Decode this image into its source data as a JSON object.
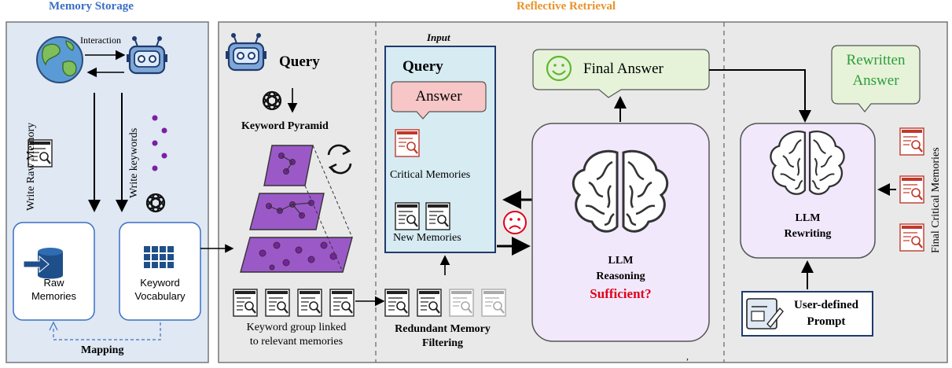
{
  "colors": {
    "memory_section": "#3a6fc4",
    "retrieval_section": "#e8932b",
    "memory_panel_bg": "#dfe8f3",
    "retrieval_panel_bg": "#e9e9e9",
    "pyramid_fill": "#9b59c8",
    "node_fill": "#7b1fa2",
    "input_box_bg": "#d6ebf2",
    "answer_bubble_bg": "#f7c6c6",
    "final_answer_bubble_bg": "#e6f3d9",
    "rewritten_bubble_bg": "#e6f3d9",
    "rewritten_text": "#2e9d3a",
    "reasoning_box_bg": "#f1e8fb",
    "sufficient_text": "#e0001b",
    "memory_icon_red": "#c0392b"
  },
  "sections": {
    "memory_storage": "Memory Storage",
    "reflective_retrieval": "Reflective Retrieval"
  },
  "memory_storage": {
    "interaction": "Interaction",
    "write_raw_memory": "Write Raw Memory",
    "write_keywords": "Write keywords",
    "raw_memories": [
      "Raw",
      "Memories"
    ],
    "keyword_vocabulary": [
      "Keyword",
      "Vocabulary"
    ],
    "mapping": "Mapping"
  },
  "retrieval": {
    "query": "Query",
    "keyword_pyramid": "Keyword Pyramid",
    "keyword_group": [
      "Keyword group linked",
      "to relevant memories"
    ],
    "input_label": "Input",
    "input_query": "Query",
    "answer": "Answer",
    "critical_memories": "Critical Memories",
    "new_memories": "New Memories",
    "redundant_filtering": [
      "Redundant Memory",
      "Filtering"
    ],
    "final_answer": "Final Answer",
    "llm_reasoning": [
      "LLM",
      "Reasoning"
    ],
    "sufficient": "Sufficient?",
    "rewritten_answer": [
      "Rewritten",
      "Answer"
    ],
    "llm_rewriting": [
      "LLM",
      "Rewriting"
    ],
    "final_critical_memories": "Final Critical Memories",
    "user_defined_prompt": [
      "User-defined",
      "Prompt"
    ],
    "footnote_mark": ","
  },
  "icons": [
    "globe-icon",
    "robot-icon",
    "openai-icon",
    "database-icon",
    "grid-icon",
    "memory-doc-icon",
    "brain-icon",
    "smile-icon",
    "sad-icon",
    "refresh-icon",
    "prompt-icon"
  ]
}
